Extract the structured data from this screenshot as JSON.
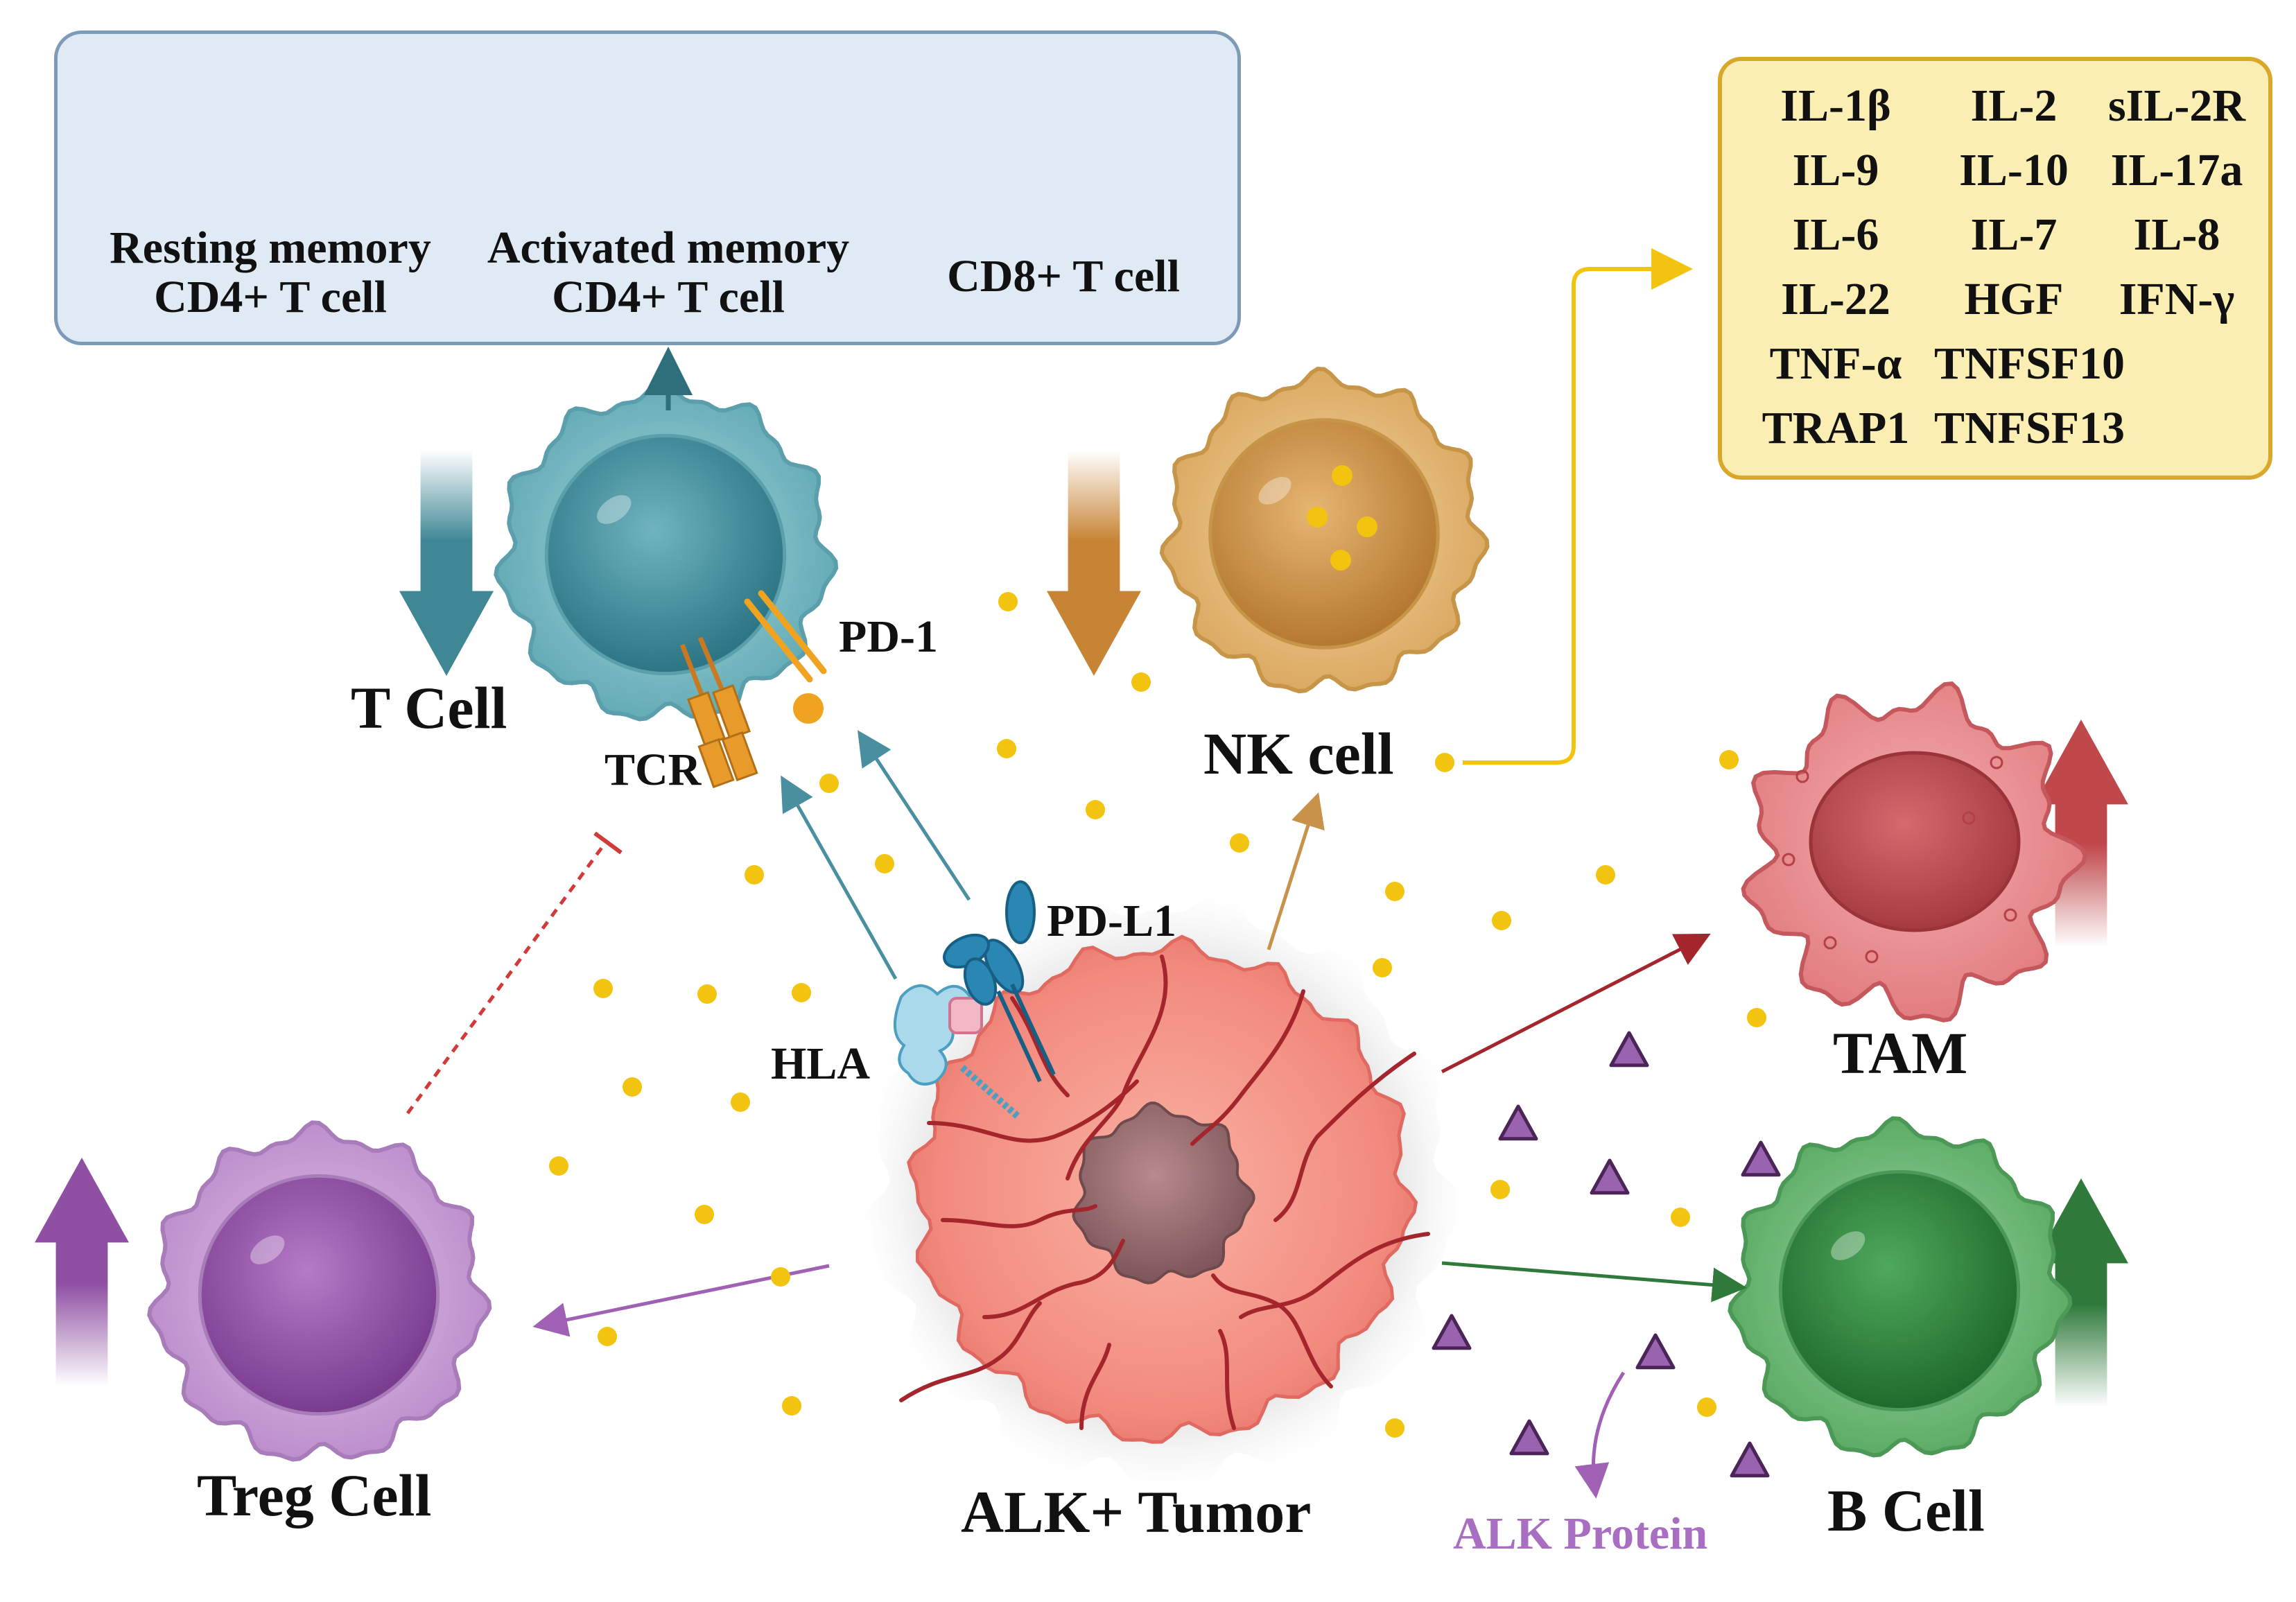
{
  "tcell_panel": {
    "resting": [
      "Resting memory",
      "CD4+ T cell"
    ],
    "activated": [
      "Activated memory",
      "CD4+ T cell"
    ],
    "cd8": "CD8+ T cell"
  },
  "cytokines": [
    "IL-1β",
    "IL-2",
    "sIL-2R",
    "IL-9",
    "IL-10",
    "IL-17a",
    "IL-6",
    "IL-7",
    "IL-8",
    "IL-22",
    "HGF",
    "IFN-γ",
    "TNF-α",
    "TNFSF10",
    "",
    "TRAP1",
    "TNFSF13",
    ""
  ],
  "labels": {
    "t_cell": "T Cell",
    "pd1": "PD-1",
    "tcr": "TCR",
    "nk_cell": "NK cell",
    "pdl1": "PD-L1",
    "hla": "HLA",
    "tam": "TAM",
    "treg": "Treg Cell",
    "tumor": "ALK+ Tumor",
    "alk_protein": "ALK Protein",
    "b_cell": "B Cell"
  },
  "colors": {
    "teal": "#3f8795",
    "orange": "#c88435",
    "red": "#c0484b",
    "green": "#2f7a3b",
    "purple": "#8f4fa3",
    "yellow_dot": "#f2c40f",
    "alk_protein_text": "#a86ec2"
  }
}
